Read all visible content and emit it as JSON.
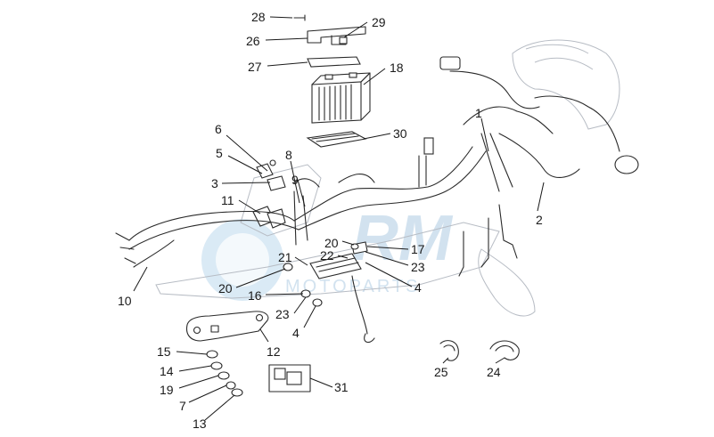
{
  "diagram": {
    "watermark": {
      "brand": "RM",
      "tagline": "MOTOPARTS"
    },
    "callouts": [
      {
        "label": "28"
      },
      {
        "label": "29"
      },
      {
        "label": "26"
      },
      {
        "label": "27"
      },
      {
        "label": "18"
      },
      {
        "label": "30"
      },
      {
        "label": "6"
      },
      {
        "label": "5"
      },
      {
        "label": "8"
      },
      {
        "label": "9"
      },
      {
        "label": "3"
      },
      {
        "label": "11"
      },
      {
        "label": "1"
      },
      {
        "label": "2"
      },
      {
        "label": "10"
      },
      {
        "label": "20"
      },
      {
        "label": "21"
      },
      {
        "label": "22"
      },
      {
        "label": "20"
      },
      {
        "label": "17"
      },
      {
        "label": "23"
      },
      {
        "label": "4"
      },
      {
        "label": "16"
      },
      {
        "label": "23"
      },
      {
        "label": "4"
      },
      {
        "label": "12"
      },
      {
        "label": "15"
      },
      {
        "label": "14"
      },
      {
        "label": "19"
      },
      {
        "label": "7"
      },
      {
        "label": "13"
      },
      {
        "label": "31"
      },
      {
        "label": "25"
      },
      {
        "label": "24"
      }
    ]
  }
}
